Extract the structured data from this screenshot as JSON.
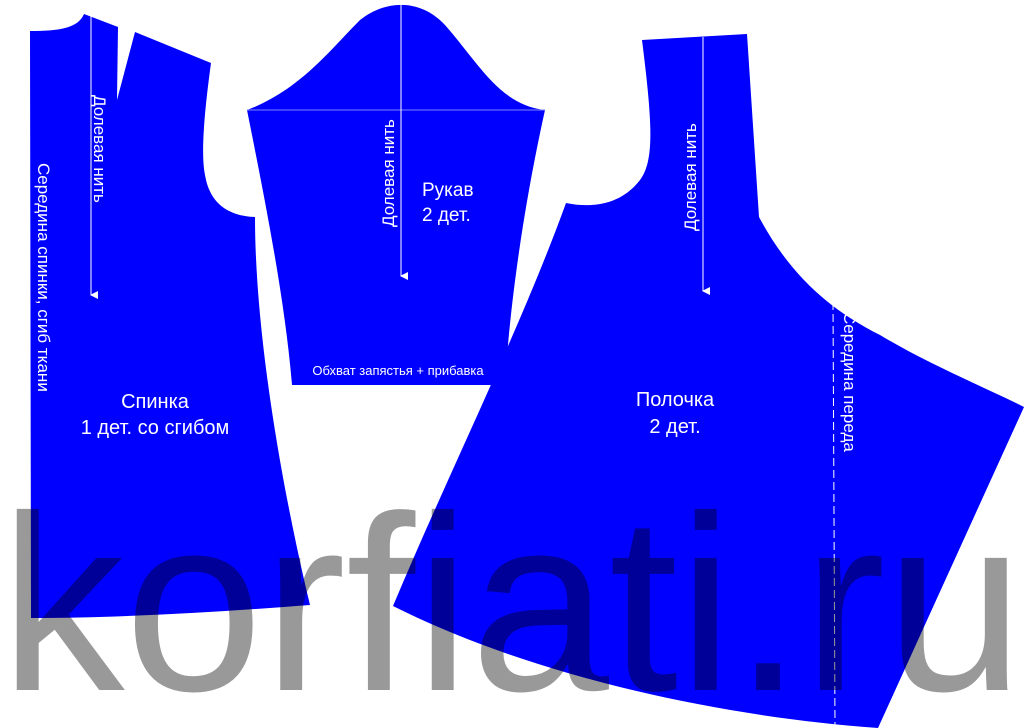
{
  "colors": {
    "piece": "#0000ff",
    "line": "#ffffff",
    "watermark": "#999999"
  },
  "watermark": "korfiati.ru",
  "back": {
    "grain": "Долевая нить",
    "fold": "Середина спинки, сгиб ткани",
    "name": "Спинка",
    "count": "1 дет. со сгибом"
  },
  "sleeve": {
    "grain": "Долевая нить",
    "name": "Рукав",
    "count": "2 дет.",
    "wrist": "Обхват запястья + прибавка"
  },
  "front": {
    "grain": "Долевая нить",
    "name": "Полочка",
    "count": "2 дет.",
    "center": "Середина переда"
  }
}
